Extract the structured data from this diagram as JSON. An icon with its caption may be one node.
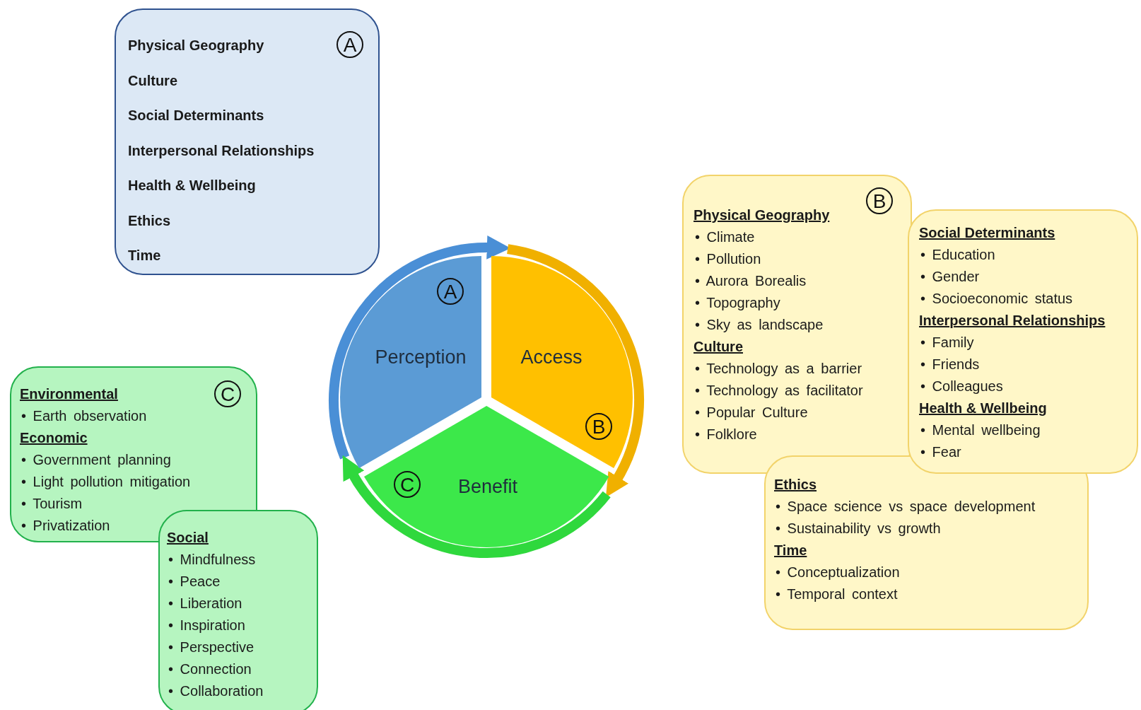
{
  "diagram": {
    "nodes": [
      {
        "text": [
          "Physical Geography",
          "A",
          "Culture",
          "Social Determinants",
          "Interpersonal Relationships",
          "Health & Wellbeing",
          "Ethics",
          "Time"
        ]
      },
      {
        "text": [
          "B",
          "Physical Geography",
          "• Climate",
          "• Pollution",
          "• Aurora Borealis",
          "• Topography",
          "• Sky as landscape",
          "Culture",
          "• Technology as a barrier",
          "• Technology as facilitator",
          "• Popular Culture",
          "• Folklore"
        ]
      },
      {
        "text": [
          "Social Determinants",
          "• Education",
          "• Gender",
          "• Socioeconomic status",
          "Interpersonal Relationships",
          "• Family",
          "• Friends",
          "• Colleagues",
          "Health & Wellbeing",
          "• Mental wellbeing",
          "• Fear"
        ]
      },
      {
        "text": [
          "A",
          "Perception"
        ]
      },
      {
        "text": [
          "Access",
          "B"
        ]
      },
      {
        "text": [
          "Environmental",
          "C",
          "• Earth observation",
          "Economic",
          "• Government planning",
          "• Light pollution mitigation",
          "• Tourism",
          "• Privatization"
        ]
      },
      {
        "text": [
          "C",
          "Benefit"
        ]
      },
      {
        "text": [
          "Ethics",
          "• Space science vs space development",
          "• Sustainability vs growth",
          "Time",
          "• Conceptualization",
          "• Temporal context"
        ]
      },
      {
        "text": [
          "Social",
          "• Mindfulness",
          "• Peace",
          "• Liberation",
          "• Inspiration",
          "• Perspective",
          "• Connection",
          "• Collaboration"
        ]
      }
    ],
    "edges": [
      {
        "from": 3,
        "to": 4,
        "arrow": "to",
        "color": "#4a8fd6"
      },
      {
        "from": 4,
        "to": 6,
        "arrow": "to",
        "color": "#f0b000"
      },
      {
        "from": 6,
        "to": 3,
        "arrow": "to",
        "color": "#2fd83d"
      }
    ]
  }
}
